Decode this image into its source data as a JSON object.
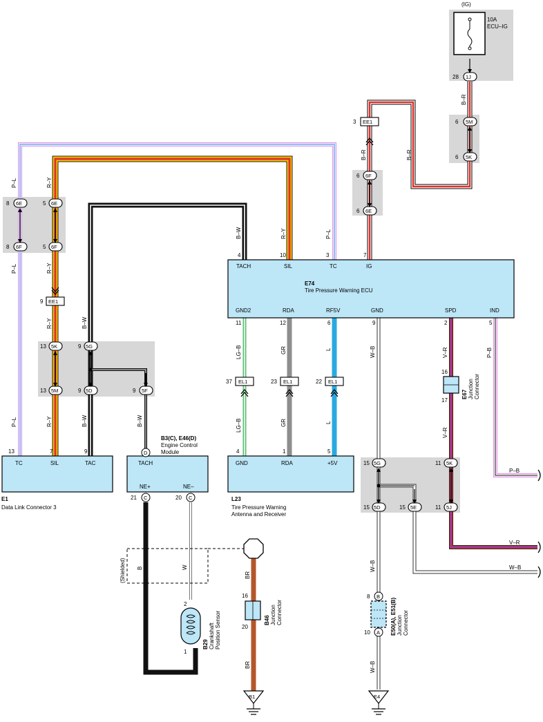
{
  "colors": {
    "ecu_fill": "#bde6f7",
    "junction_fill": "#d7d7d7",
    "wire_B": "#111111",
    "wire_R": "#e0302a",
    "wire_Y": "#f2c400",
    "wire_P": "#cc5fcf",
    "wire_L": "#2aa9e0",
    "wire_LG": "#5dbf73",
    "wire_GR": "#8e8e8e",
    "wire_W": "#ffffff",
    "wire_V": "#8a3ab0",
    "wire_BR": "#b5562a"
  },
  "fuse": {
    "source": "(IG)",
    "rating": "10A",
    "name": "ECU–IG"
  },
  "components": {
    "e74": {
      "code": "E74",
      "name": "Tire Pressure Warning ECU",
      "top_pins": [
        {
          "num": "4",
          "label": "TACH"
        },
        {
          "num": "10",
          "label": "SIL"
        },
        {
          "num": "3",
          "label": "TC"
        },
        {
          "num": "7",
          "label": "IG"
        }
      ],
      "bottom_pins": [
        {
          "num": "11",
          "label": "GND2"
        },
        {
          "num": "12",
          "label": "RDA"
        },
        {
          "num": "6",
          "label": "RF5V"
        },
        {
          "num": "9",
          "label": "GND"
        },
        {
          "num": "2",
          "label": "SPD"
        },
        {
          "num": "5",
          "label": "IND"
        }
      ]
    },
    "e1": {
      "code": "E1",
      "name": "Data Link Connector 3",
      "pins": [
        {
          "num": "13",
          "label": "TC"
        },
        {
          "num": "7",
          "label": "SIL"
        },
        {
          "num": "9",
          "label": "TAC"
        }
      ]
    },
    "b3": {
      "code": "B3(C), E46(D)",
      "name_line1": "Engine Control",
      "name_line2": "Module",
      "pin_top": {
        "num": "D",
        "label": "TACH"
      },
      "pins_bottom": [
        {
          "num": "21",
          "conn": "C",
          "label": "NE+"
        },
        {
          "num": "20",
          "conn": "C",
          "label": "NE–"
        }
      ]
    },
    "l23": {
      "code": "L23",
      "name_line1": "Tire Pressure Warning",
      "name_line2": "Antenna and Receiver",
      "pins": [
        {
          "num": "4",
          "label": "GND"
        },
        {
          "num": "1",
          "label": "RDA"
        },
        {
          "num": "5",
          "label": "+5V"
        }
      ]
    },
    "b29": {
      "code": "B29",
      "name_line1": "Crankshaft",
      "name_line2": "Position Sensor",
      "pin_top": "2",
      "pin_bottom": "1"
    },
    "b46": {
      "code": "B46",
      "name_line1": "Junction",
      "name_line2": "Connector",
      "pin_top": "16",
      "pin_bottom": "20"
    },
    "e67": {
      "code": "E67",
      "name_line1": "Junction",
      "name_line2": "Connector",
      "pin_top": "16",
      "pin_bottom": "17"
    },
    "e50": {
      "code": "E50(A), E51(B)",
      "name_line1": "Junction",
      "name_line2": "Connector",
      "pin_top": "8",
      "pin_top_conn": "B",
      "pin_bottom": "10",
      "pin_bottom_conn": "A"
    }
  },
  "connectors": {
    "ig_1j": {
      "pin": "28",
      "id": "1J"
    },
    "ig_5m": {
      "pin": "6",
      "id": "5M"
    },
    "ig_5k": {
      "pin": "6",
      "id": "5K"
    },
    "ig_ee1": {
      "pin": "3",
      "id": "EE1"
    },
    "ig_6f": {
      "pin": "6",
      "id": "6F"
    },
    "ig_6e": {
      "pin": "6",
      "id": "6E"
    },
    "pl_6e": {
      "pin": "8",
      "id": "6E"
    },
    "pl_6f": {
      "pin": "8",
      "id": "6F"
    },
    "ry_6e": {
      "pin": "5",
      "id": "6E"
    },
    "ry_6f": {
      "pin": "5",
      "id": "6F"
    },
    "ry_ee1": {
      "pin": "9",
      "id": "EE1"
    },
    "ry_5k": {
      "pin": "13",
      "id": "5K"
    },
    "ry_5m": {
      "pin": "13",
      "id": "5M"
    },
    "bw_5g": {
      "pin": "9",
      "id": "5G"
    },
    "bw_5d": {
      "pin": "9",
      "id": "5D"
    },
    "bw_5f": {
      "pin": "9",
      "id": "5F"
    },
    "el1_a": {
      "pin": "37",
      "id": "EL1"
    },
    "el1_b": {
      "pin": "23",
      "id": "EL1"
    },
    "el1_c": {
      "pin": "22",
      "id": "EL1"
    },
    "gnd_5g": {
      "pin": "15",
      "id": "5G"
    },
    "gnd_5d": {
      "pin": "15",
      "id": "5D"
    },
    "gnd_5e": {
      "pin": "15",
      "id": "5E"
    },
    "spd_5k": {
      "pin": "11",
      "id": "5K"
    },
    "spd_5j": {
      "pin": "11",
      "id": "5J"
    }
  },
  "wire_labels": {
    "br1": "B–R",
    "br2": "B–R",
    "br3": "B–R",
    "pl1": "P–L",
    "pl2": "P–L",
    "pl3": "P–L",
    "pl4": "P–L",
    "ry1": "R–Y",
    "ry2": "R–Y",
    "ry3": "R–Y",
    "ry4": "R–Y",
    "ry5": "R–Y",
    "bw1": "B–W",
    "bw2": "B–W",
    "bw3": "B–W",
    "bw4": "B–W",
    "lgb1": "LG–B",
    "lgb2": "LG–B",
    "gr1": "GR",
    "gr2": "GR",
    "l1": "L",
    "l2": "L",
    "wb1": "W–B",
    "wb2": "W–B",
    "wb3": "W–B",
    "wb_out": "W–B",
    "vr1": "V–R",
    "vr2": "V–R",
    "vr_out": "V–R",
    "pb1": "P–B",
    "pb_out": "P–B",
    "b": "B",
    "w": "W",
    "br_a": "BR",
    "br_b": "BR",
    "shielded": "(Shielded)"
  },
  "grounds": {
    "b1": "B1",
    "e4": "E4"
  }
}
